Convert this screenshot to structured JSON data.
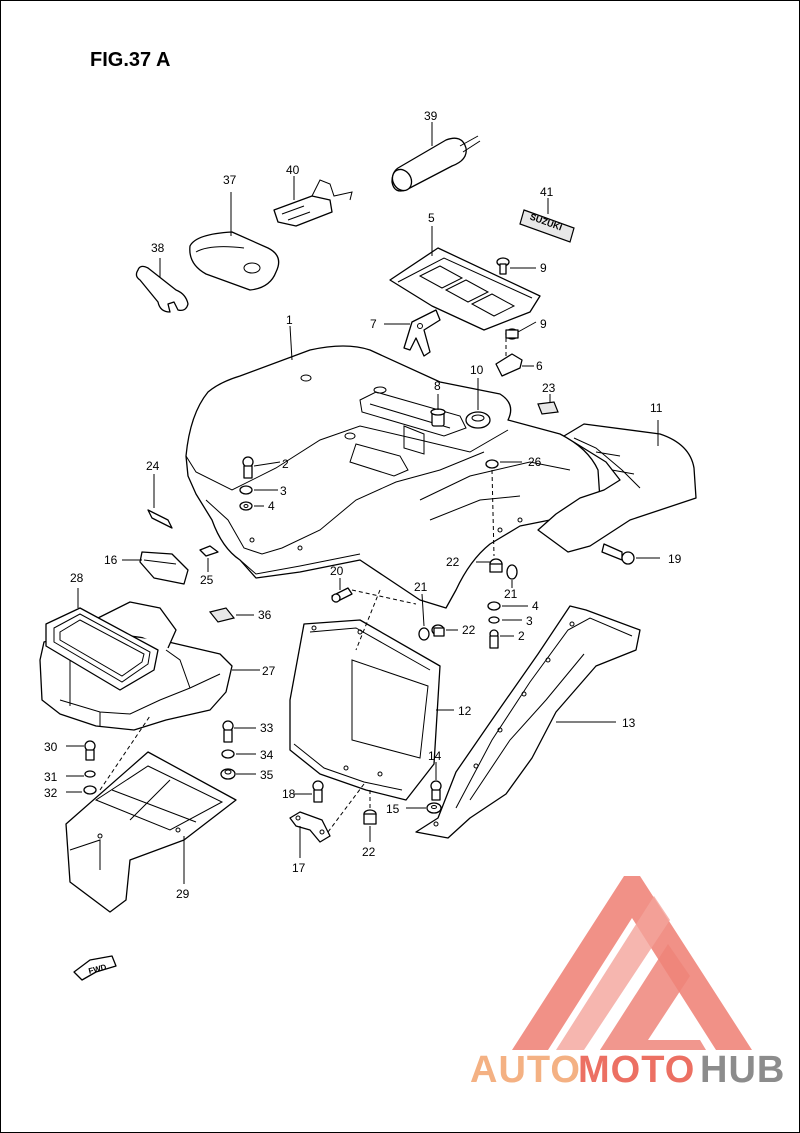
{
  "title": "FIG.37 A",
  "fwd_label": "FWD",
  "parts": [
    "1",
    "2",
    "3",
    "4",
    "5",
    "6",
    "7",
    "8",
    "9",
    "10",
    "11",
    "12",
    "13",
    "14",
    "15",
    "16",
    "17",
    "18",
    "19",
    "20",
    "21",
    "22",
    "23",
    "24",
    "25",
    "26",
    "27",
    "28",
    "29",
    "30",
    "31",
    "32",
    "33",
    "34",
    "35",
    "36",
    "37",
    "38",
    "39",
    "40",
    "41"
  ],
  "callouts": {
    "c1": "1",
    "c2a": "2",
    "c3a": "3",
    "c4a": "4",
    "c5": "5",
    "c6": "6",
    "c7": "7",
    "c8": "8",
    "c9a": "9",
    "c9b": "9",
    "c10": "10",
    "c11": "11",
    "c12": "12",
    "c13": "13",
    "c14": "14",
    "c15": "15",
    "c16": "16",
    "c17": "17",
    "c18": "18",
    "c19": "19",
    "c20": "20",
    "c21a": "21",
    "c21b": "21",
    "c22a": "22",
    "c22b": "22",
    "c22c": "22",
    "c23": "23",
    "c24": "24",
    "c25": "25",
    "c26": "26",
    "c27": "27",
    "c28": "28",
    "c29": "29",
    "c30": "30",
    "c31": "31",
    "c32": "32",
    "c33": "33",
    "c34": "34",
    "c35": "35",
    "c36": "36",
    "c37": "37",
    "c38": "38",
    "c39": "39",
    "c40": "40",
    "c41": "41",
    "c2b": "2",
    "c3b": "3",
    "c4b": "4"
  },
  "badge_text": "SUZUKI",
  "watermark": {
    "auto": "AUTO",
    "moto": "MOTO",
    "hub": "HUB",
    "color_light": "#f4b183",
    "color_red": "#ec7063",
    "color_gray": "#8c8c8c"
  }
}
